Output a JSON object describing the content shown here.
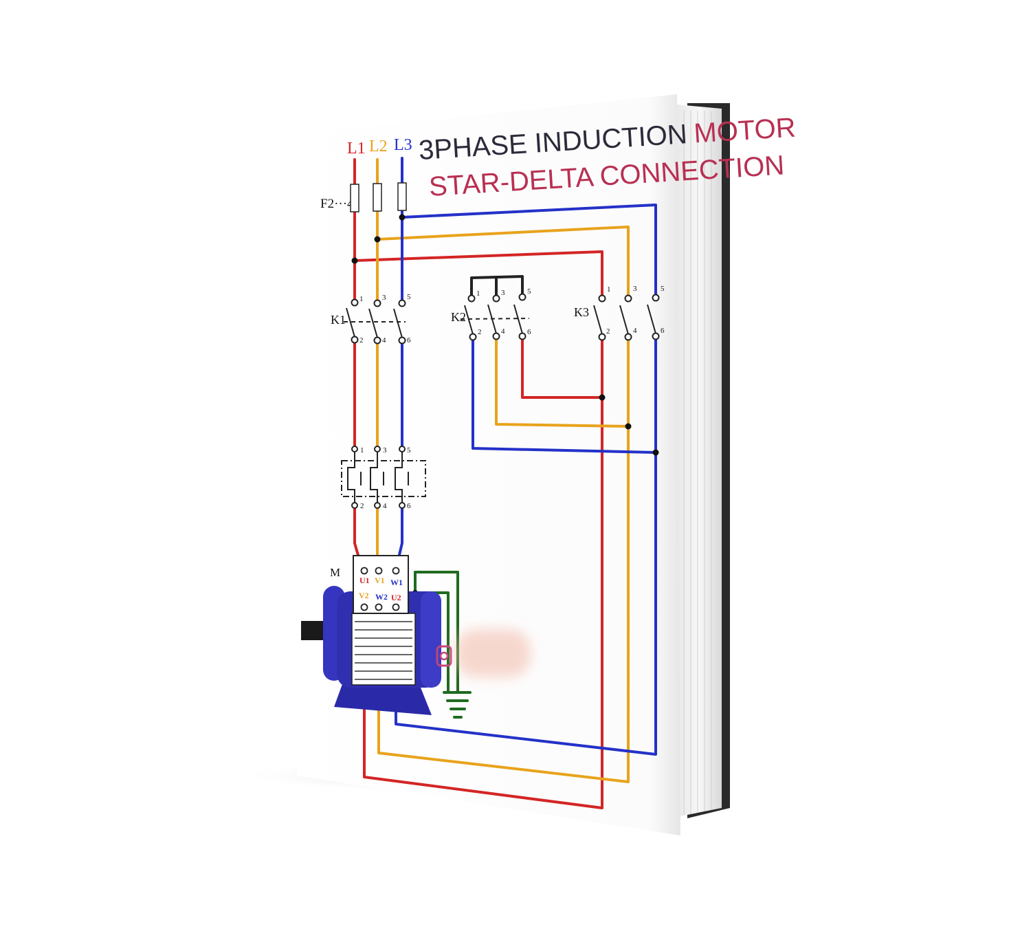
{
  "title": {
    "line1_part1": "3PHASE INDUCTION",
    "line1_part2": "MOTOR",
    "line2": "STAR-DELTA CONNECTION"
  },
  "lines": [
    "L1",
    "L2",
    "L3"
  ],
  "fuse_label": "F2···4",
  "contactors": {
    "k1": "K1",
    "k2": "K2",
    "k3": "K3"
  },
  "terminal_numbers": {
    "top": [
      "1",
      "3",
      "5"
    ],
    "bottom": [
      "2",
      "4",
      "6"
    ]
  },
  "motor": {
    "label": "M",
    "terminals_top": [
      "U1",
      "V1",
      "W1"
    ],
    "terminals_bottom": [
      "V2",
      "W2",
      "U2"
    ]
  },
  "colors": {
    "L1": "#d42525",
    "L2": "#e8a31c",
    "L3": "#2431c8",
    "ground": "#1f6b1f",
    "title_dark": "#2b2b3b",
    "title_red": "#b83052",
    "motor": "#2f2fb0"
  },
  "icons": [
    "instagram-icon",
    "ground-symbol-icon"
  ]
}
